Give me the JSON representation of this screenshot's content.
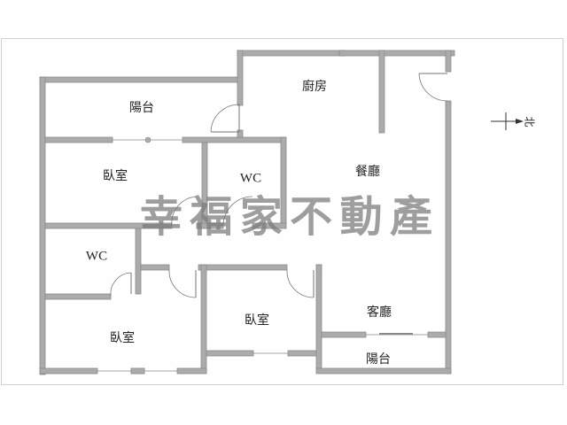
{
  "floor_plan": {
    "rooms": [
      {
        "id": "balcony-north",
        "label": "陽台"
      },
      {
        "id": "kitchen",
        "label": "廚房"
      },
      {
        "id": "bedroom-upper-left",
        "label": "臥室"
      },
      {
        "id": "wc-center",
        "label": "WC"
      },
      {
        "id": "dining-room",
        "label": "餐廳"
      },
      {
        "id": "wc-left",
        "label": "WC"
      },
      {
        "id": "bedroom-lower-left",
        "label": "臥室"
      },
      {
        "id": "bedroom-lower-center",
        "label": "臥室"
      },
      {
        "id": "living-room",
        "label": "客廳"
      },
      {
        "id": "balcony-south",
        "label": "陽台"
      }
    ],
    "compass": {
      "direction_label": "北",
      "icon": "north-arrow-icon"
    },
    "watermark": {
      "chars": [
        "幸",
        "福",
        "家",
        "不",
        "動",
        "產"
      ],
      "text": "幸福家不動產"
    },
    "colors": {
      "wall": "#ababab",
      "wall_edge": "#8a8a8a",
      "frame_border": "#cfcfcf",
      "label_text": "#222222",
      "watermark": "#787878"
    }
  }
}
